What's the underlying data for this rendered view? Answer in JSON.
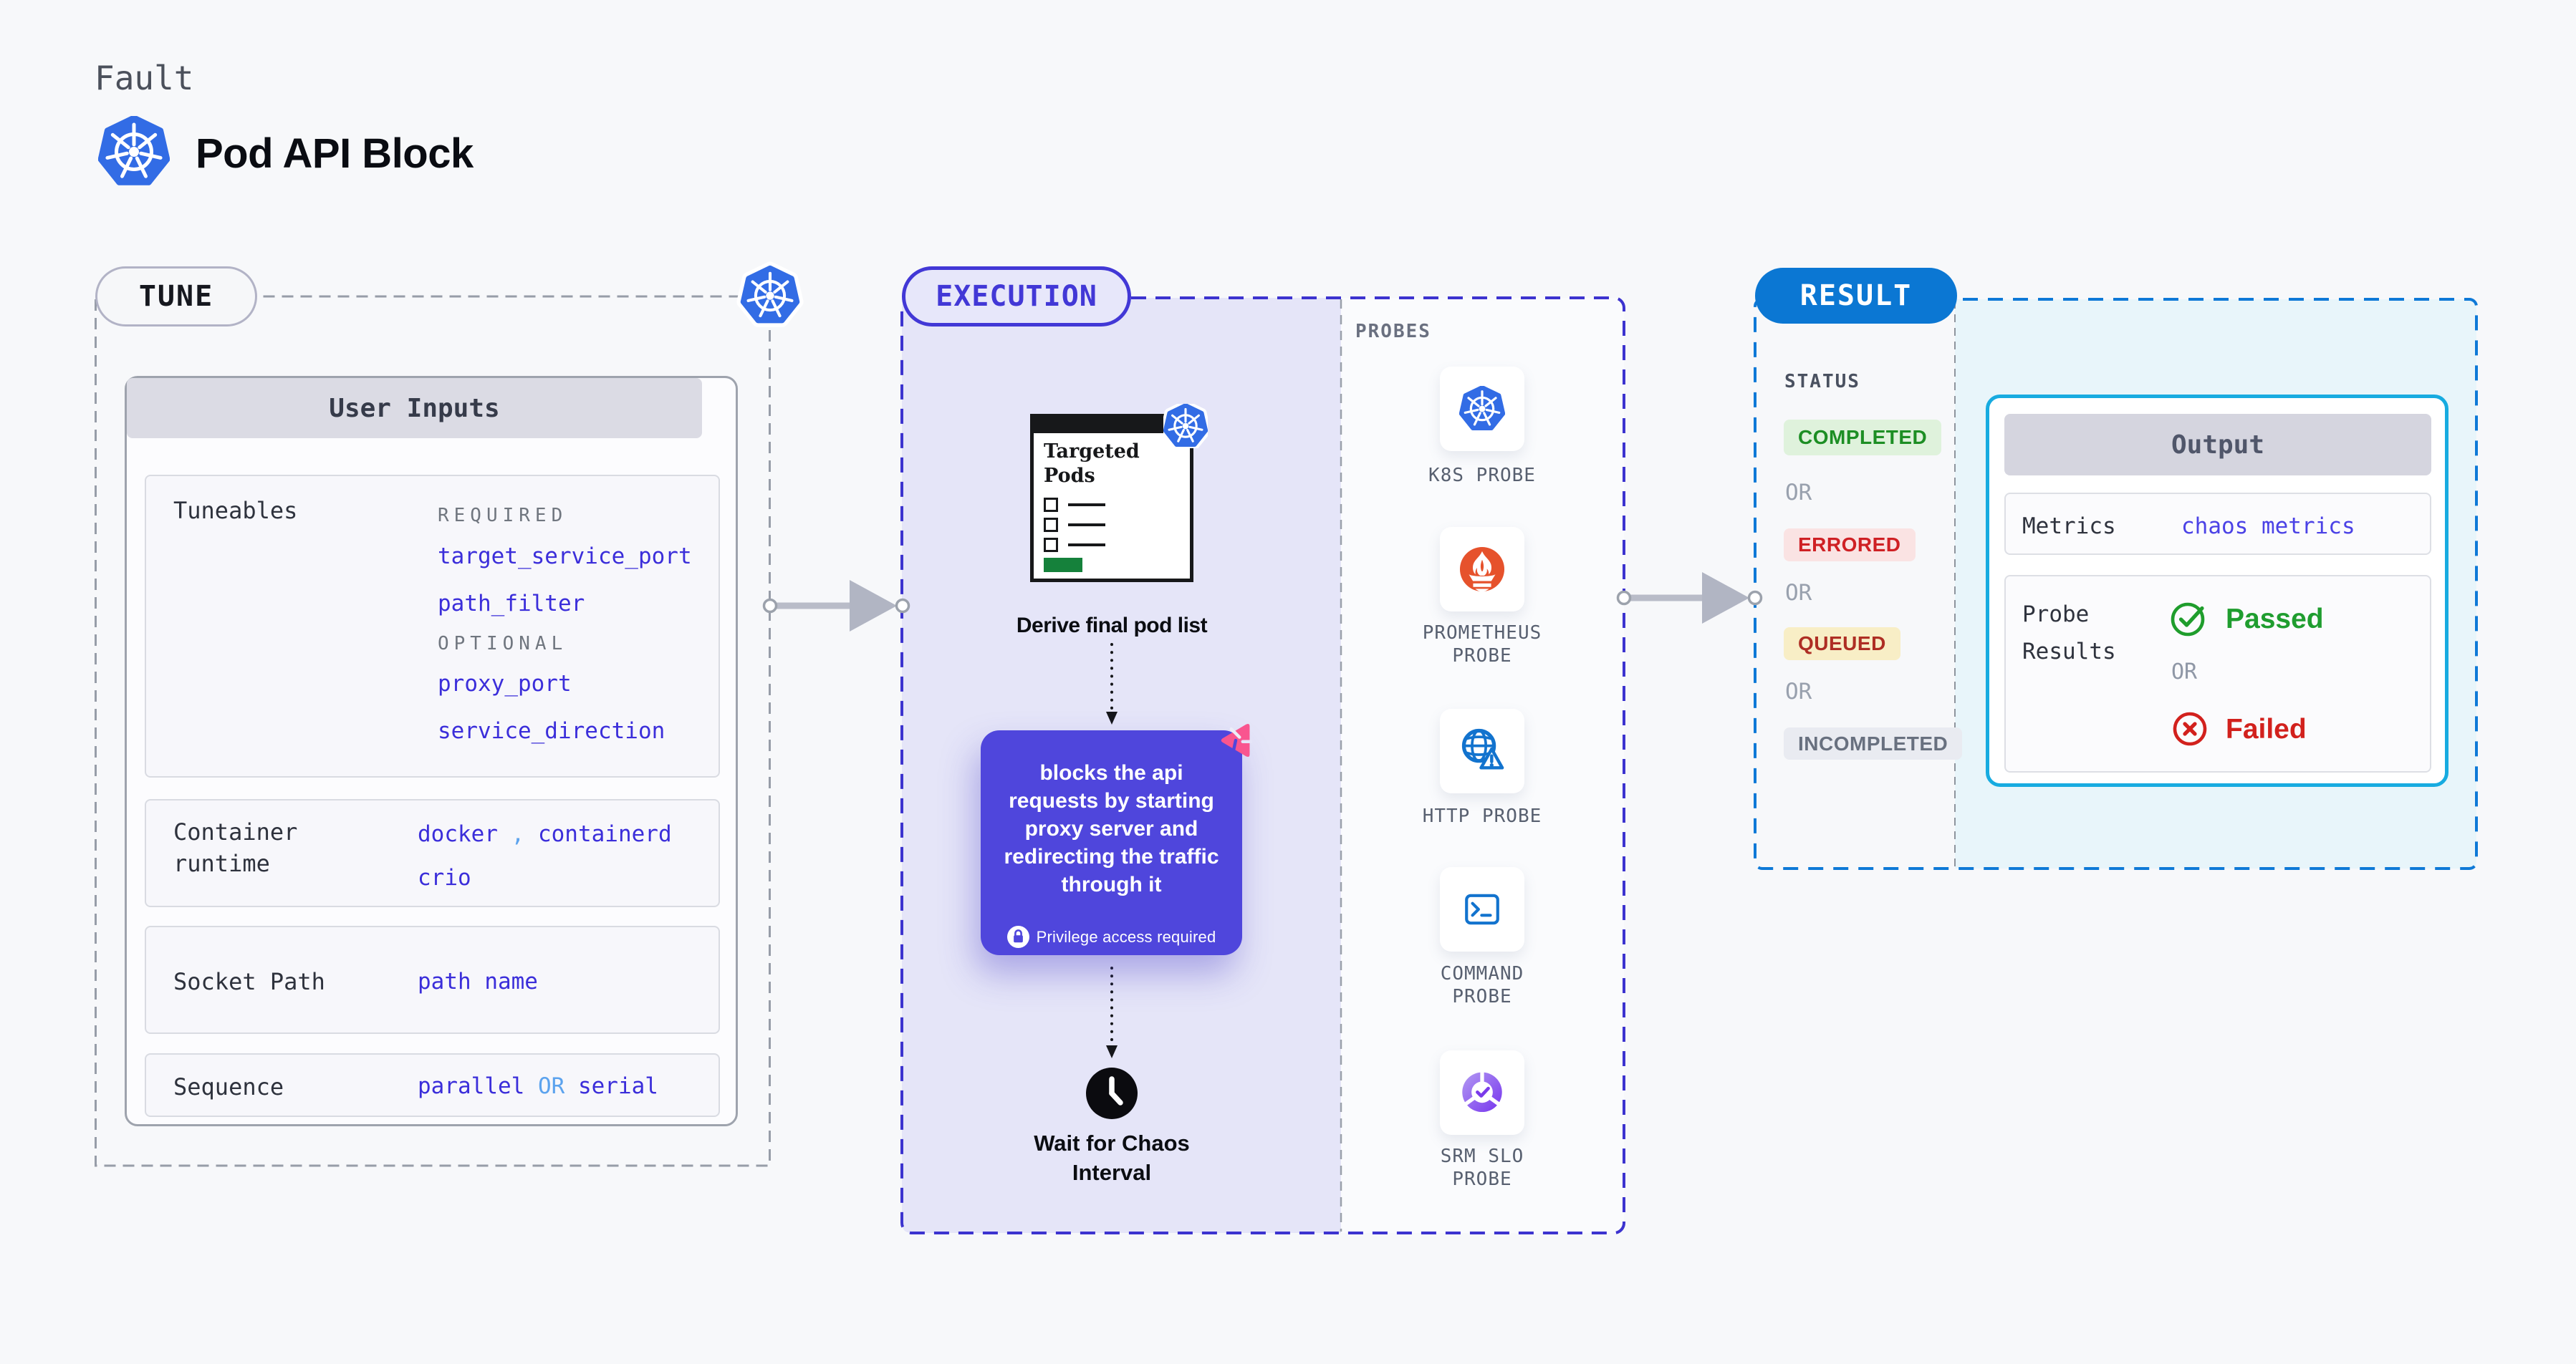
{
  "header": {
    "eyebrow": "Fault",
    "title": "Pod API Block",
    "title_icon": "kubernetes-icon"
  },
  "tune": {
    "pill": "TUNE",
    "corner_icon": "kubernetes-icon",
    "user_inputs": {
      "title": "User Inputs",
      "tuneables": {
        "label": "Tuneables",
        "required_label": "REQUIRED",
        "required": [
          "target_service_port",
          "path_filter"
        ],
        "optional_label": "OPTIONAL",
        "optional": [
          "proxy_port",
          "service_direction"
        ]
      },
      "container_runtime": {
        "label": "Container\nruntime",
        "value_a": "docker",
        "separator": " , ",
        "value_b": "containerd",
        "value_c": "crio"
      },
      "socket_path": {
        "label": "Socket Path",
        "value": "path name"
      },
      "sequence": {
        "label": "Sequence",
        "option_a": "parallel ",
        "joiner": "OR",
        "option_b": " serial"
      }
    }
  },
  "execution": {
    "pill": "EXECUTION",
    "clipboard": {
      "title": "Targeted\nPods",
      "icon": "kubernetes-icon",
      "checklist_items": 3
    },
    "step1": "Derive final pod list",
    "action": {
      "text": "blocks the api\nrequests by starting\nproxy server and\nredirecting the traffic\nthrough it",
      "badge": "Privilege access required",
      "badge_icon": "lock-icon",
      "corner_icon": "litmus-chaos-icon"
    },
    "step2": "Wait for Chaos\nInterval",
    "step2_icon": "clock-icon"
  },
  "probes": {
    "title": "PROBES",
    "items": [
      {
        "label": "K8S PROBE",
        "icon": "kubernetes-icon"
      },
      {
        "label": "PROMETHEUS\nPROBE",
        "icon": "prometheus-icon"
      },
      {
        "label": "HTTP PROBE",
        "icon": "http-globe-warning-icon"
      },
      {
        "label": "COMMAND\nPROBE",
        "icon": "terminal-icon"
      },
      {
        "label": "SRM SLO\nPROBE",
        "icon": "slo-donut-check-icon"
      }
    ]
  },
  "result": {
    "pill": "RESULT",
    "status": {
      "label": "STATUS",
      "or": "OR",
      "items": [
        {
          "text": "COMPLETED",
          "fg": "#1D8E24",
          "bg": "#DFF2DC"
        },
        {
          "text": "ERRORED",
          "fg": "#CF2024",
          "bg": "#FAE3E3"
        },
        {
          "text": "QUEUED",
          "fg": "#AE2E24",
          "bg": "#F8EEC6"
        },
        {
          "text": "INCOMPLETED",
          "fg": "#68707F",
          "bg": "#E9EBF1"
        }
      ]
    },
    "output": {
      "title": "Output",
      "metrics": {
        "label": "Metrics",
        "value": "chaos metrics"
      },
      "probe_results": {
        "label": "Probe\nResults",
        "passed": "Passed",
        "or": "OR",
        "failed": "Failed",
        "passed_icon": "check-circle-icon",
        "failed_icon": "x-circle-icon"
      }
    }
  },
  "colors": {
    "page_bg": "#F7F8FA",
    "indigo_border": "#4238D6",
    "execution_fill": "#E5E5F8",
    "result_border": "#0E79D7",
    "result_fill": "#E8F5FA",
    "action_box": "#4F46DC",
    "param_text": "#3B2EDA",
    "light_blue": "#5CA3EE",
    "kubernetes_blue": "#326CE5",
    "prometheus_orange": "#E6522C",
    "probe_icon_blue": "#1273CE",
    "passed_green": "#1F9D2F",
    "failed_red": "#D2211D",
    "pink_badge": "#F9558F"
  }
}
